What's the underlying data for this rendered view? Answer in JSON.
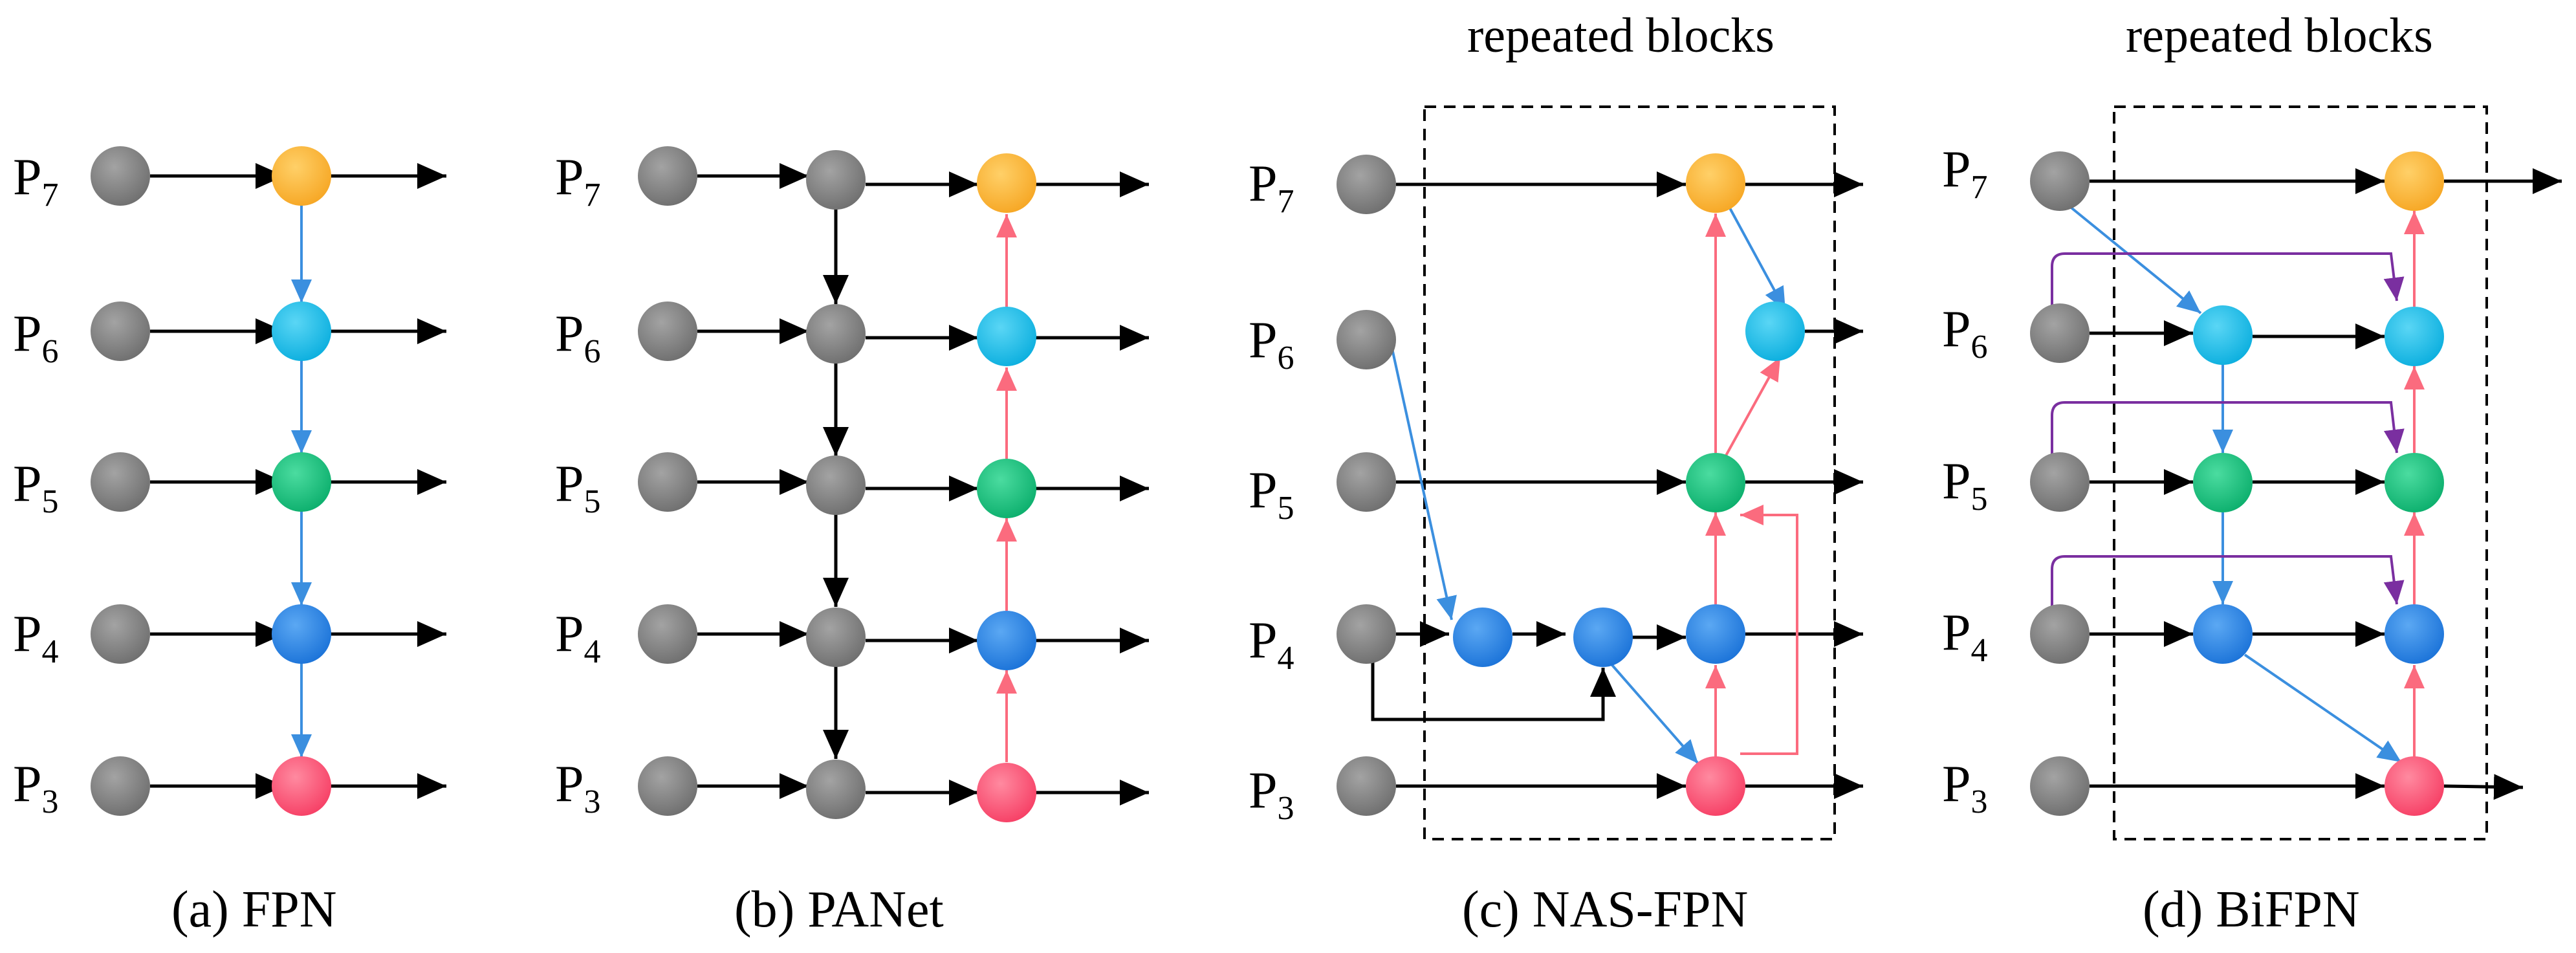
{
  "panels": {
    "fpn": {
      "caption": "(a) FPN"
    },
    "panet": {
      "caption": "(b) PANet"
    },
    "nas": {
      "caption": "(c) NAS-FPN",
      "box_label": "repeated blocks"
    },
    "bifpn": {
      "caption": "(d) BiFPN",
      "box_label": "repeated blocks"
    }
  },
  "levels": [
    "7",
    "6",
    "5",
    "4",
    "3"
  ],
  "level_prefix": "P",
  "colors": {
    "input_node": "#7f7f7f",
    "p7": "#fbb43e",
    "p6": "#16bde8",
    "p5": "#15c27d",
    "p4": "#2a86e8",
    "p3": "#fb5577",
    "top_down_edge": "#3b8fdf",
    "bottom_up_edge": "#fb6b7e",
    "skip_edge": "#7a2fa0",
    "plain_edge": "#000000"
  }
}
